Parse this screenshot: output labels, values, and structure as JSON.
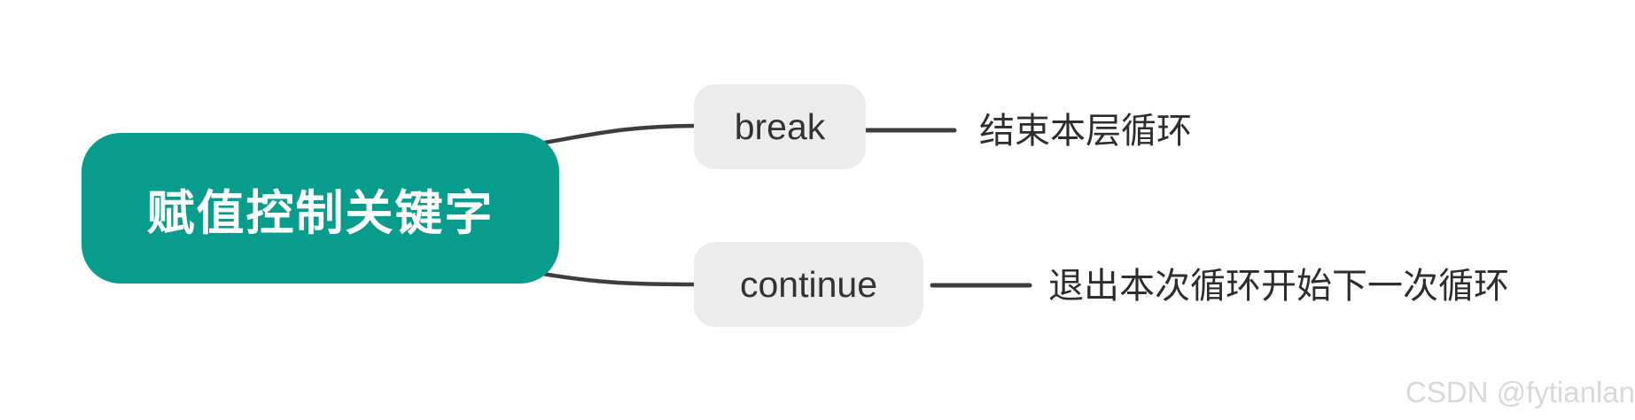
{
  "root": {
    "label": "赋值控制关键字"
  },
  "branches": [
    {
      "keyword": "break",
      "description": "结束本层循环"
    },
    {
      "keyword": "continue",
      "description": "退出本次循环开始下一次循环"
    }
  ],
  "watermark": "CSDN @fytianlan",
  "colors": {
    "root_fill": "#089c8d",
    "root_text": "#ffffff",
    "child_fill": "#ececec",
    "child_text": "#333333",
    "connector": "#3d3d3d",
    "leaf_text": "#2d2d2d",
    "watermark_text": "#d8d8d8",
    "background": "#ffffff"
  }
}
